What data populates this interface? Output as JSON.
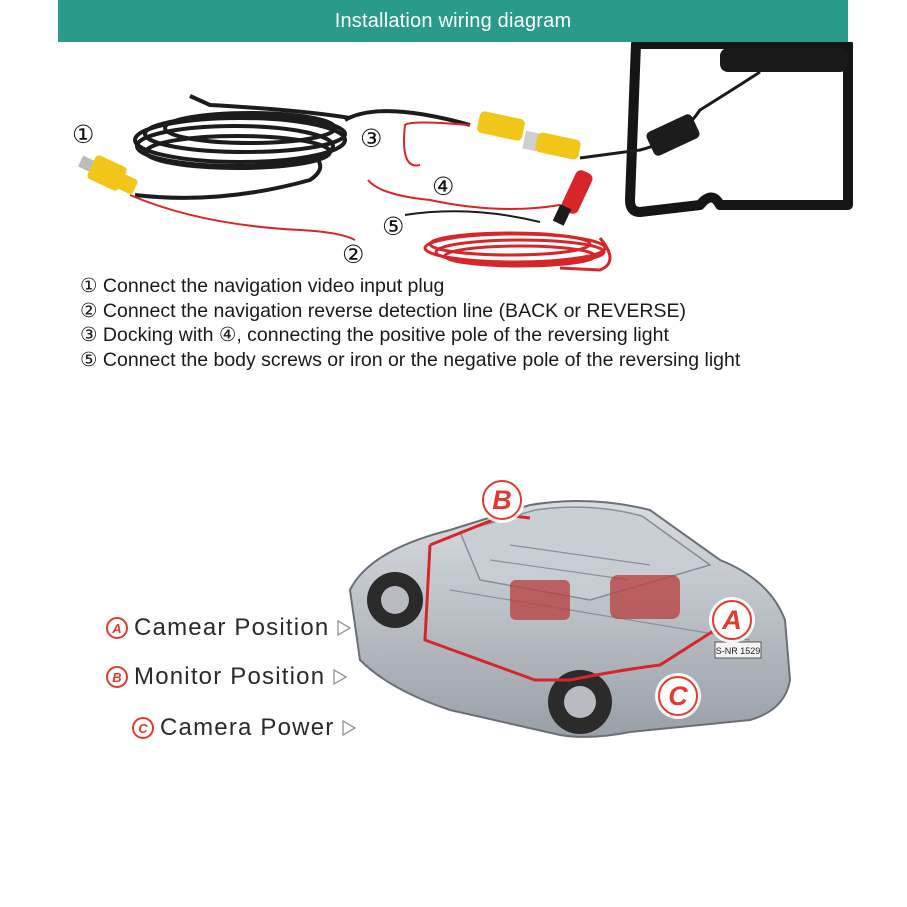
{
  "header": {
    "title": "Installation wiring diagram"
  },
  "diagram": {
    "markers": [
      "①",
      "②",
      "③",
      "④",
      "⑤"
    ]
  },
  "instructions": [
    "① Connect the navigation video input plug",
    "② Connect the navigation reverse detection line (BACK or REVERSE)",
    "③ Docking with ④, connecting the positive pole of the reversing light",
    "⑤ Connect the body screws or iron or the negative pole of the reversing light"
  ],
  "car": {
    "callouts": [
      "A",
      "B",
      "C"
    ],
    "plate_text": "S-NR 1529"
  },
  "legend": [
    {
      "badge": "A",
      "label": "Camear Position"
    },
    {
      "badge": "B",
      "label": "Monitor Position"
    },
    {
      "badge": "C",
      "label": "Camera Power"
    }
  ],
  "colors": {
    "header_bg": "#2a9a8a",
    "wire_red": "#d7262a",
    "wire_black": "#1c1c1c",
    "plug_yellow": "#f2c619",
    "callout_red": "#e23a2e"
  }
}
